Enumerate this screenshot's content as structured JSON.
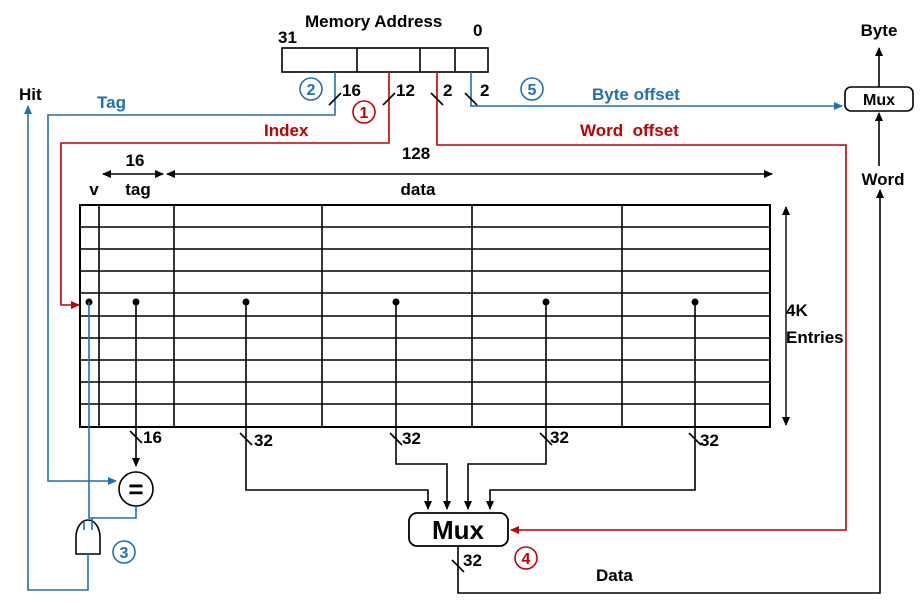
{
  "address": {
    "title": "Memory Address",
    "msb": "31",
    "lsb": "0",
    "tag_bits": "16",
    "index_bits": "12",
    "word_offset_bits": "2",
    "byte_offset_bits": "2"
  },
  "labels": {
    "tag": "Tag",
    "index": "Index",
    "word_offset": "Word  offset",
    "byte_offset": "Byte offset",
    "hit": "Hit",
    "byte": "Byte",
    "word": "Word",
    "data_out": "Data",
    "mux_small": "Mux",
    "mux_big": "Mux",
    "compare": "="
  },
  "cache": {
    "valid_header": "v",
    "tag_header": "tag",
    "data_header": "data",
    "tag_width": "16",
    "data_width": "128",
    "entries_line1": "4K",
    "entries_line2": "Entries",
    "tag_bus": "16",
    "word_bus_1": "32",
    "word_bus_2": "32",
    "word_bus_3": "32",
    "word_bus_4": "32",
    "mux_out_bus": "32"
  },
  "steps": {
    "s1": "1",
    "s2": "2",
    "s3": "3",
    "s4": "4",
    "s5": "5"
  },
  "colors": {
    "blue": "#1f6fb5",
    "red": "#c00000",
    "black": "#000000"
  }
}
